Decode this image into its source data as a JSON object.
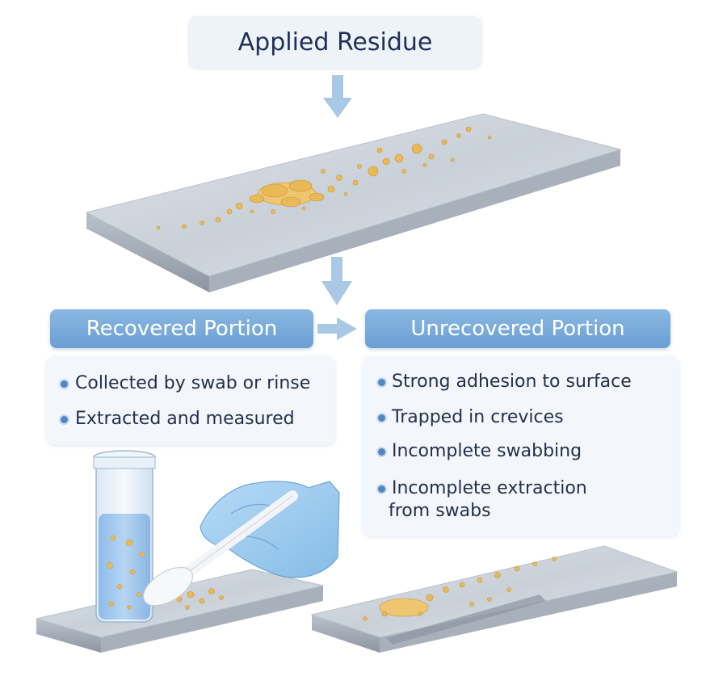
{
  "title": "Applied Residue",
  "recovered": {
    "label": "Recovered Portion",
    "items": [
      "Collected by swab or rinse",
      "Extracted and measured"
    ]
  },
  "unrecovered": {
    "label": "Unrecovered Portion",
    "items": [
      "Strong adhesion to surface",
      "Trapped in crevices",
      "Incomplete swabbing",
      "Incomplete extraction",
      "from swabs"
    ]
  },
  "colors": {
    "arrow": "#a9c8e6",
    "pill": "#76a8d9",
    "residue": "#e9b957",
    "glove": "#9cc8ec",
    "liquid": "#a9ccef"
  }
}
